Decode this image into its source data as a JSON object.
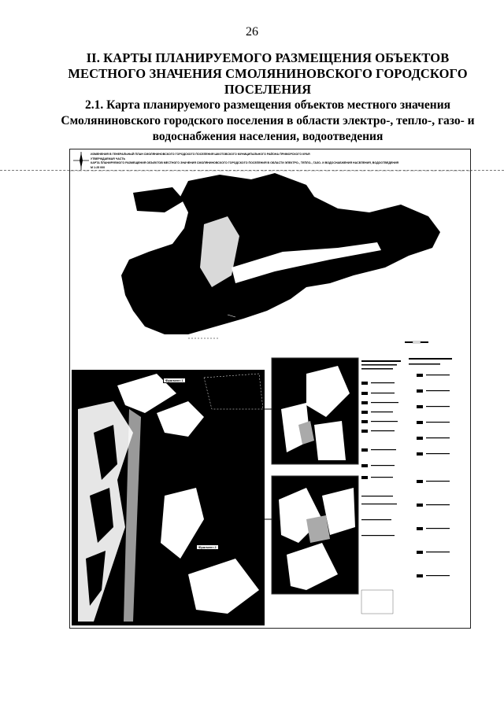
{
  "page_number": "26",
  "section_title": "II. КАРТЫ ПЛАНИРУЕМОГО РАЗМЕЩЕНИЯ ОБЪЕКТОВ МЕСТНОГО ЗНАЧЕНИЯ СМОЛЯНИНОВСКОГО ГОРОДСКОГО ПОСЕЛЕНИЯ",
  "subsection_title": "2.1. Карта планируемого размещения объектов местного значения Смоляниновского городского поселения в области электро-, тепло-, газо- и водоснабжения населения, водоотведения",
  "map": {
    "header_line1": "ИЗМЕНЕНИЯ В ГЕНЕРАЛЬНЫЙ ПЛАН СМОЛЯНИНОВСКОГО ГОРОДСКОГО ПОСЕЛЕНИЯ ШКОТОВСКОГО МУНИЦИПАЛЬНОГО РАЙОНА ПРИМОРСКОГО КРАЯ",
    "header_line2": "УТВЕРЖДАЕМАЯ ЧАСТЬ",
    "header_line3": "КАРТА ПЛАНИРУЕМОГО РАЗМЕЩЕНИЯ ОБЪЕКТОВ МЕСТНОГО ЗНАЧЕНИЯ СМОЛЯНИНОВСКОГО ГОРОДСКОГО ПОСЕЛЕНИЯ В ОБЛАСТИ ЭЛЕКТРО-, ТЕПЛО-, ГАЗО- И ВОДОСНАБЖЕНИЯ НАСЕЛЕНИЯ, ВОДООТВЕДЕНИЯ",
    "scale": "М 1:25 000",
    "fragment1": "Фрагмент 1",
    "fragment2": "Фрагмент 2"
  }
}
